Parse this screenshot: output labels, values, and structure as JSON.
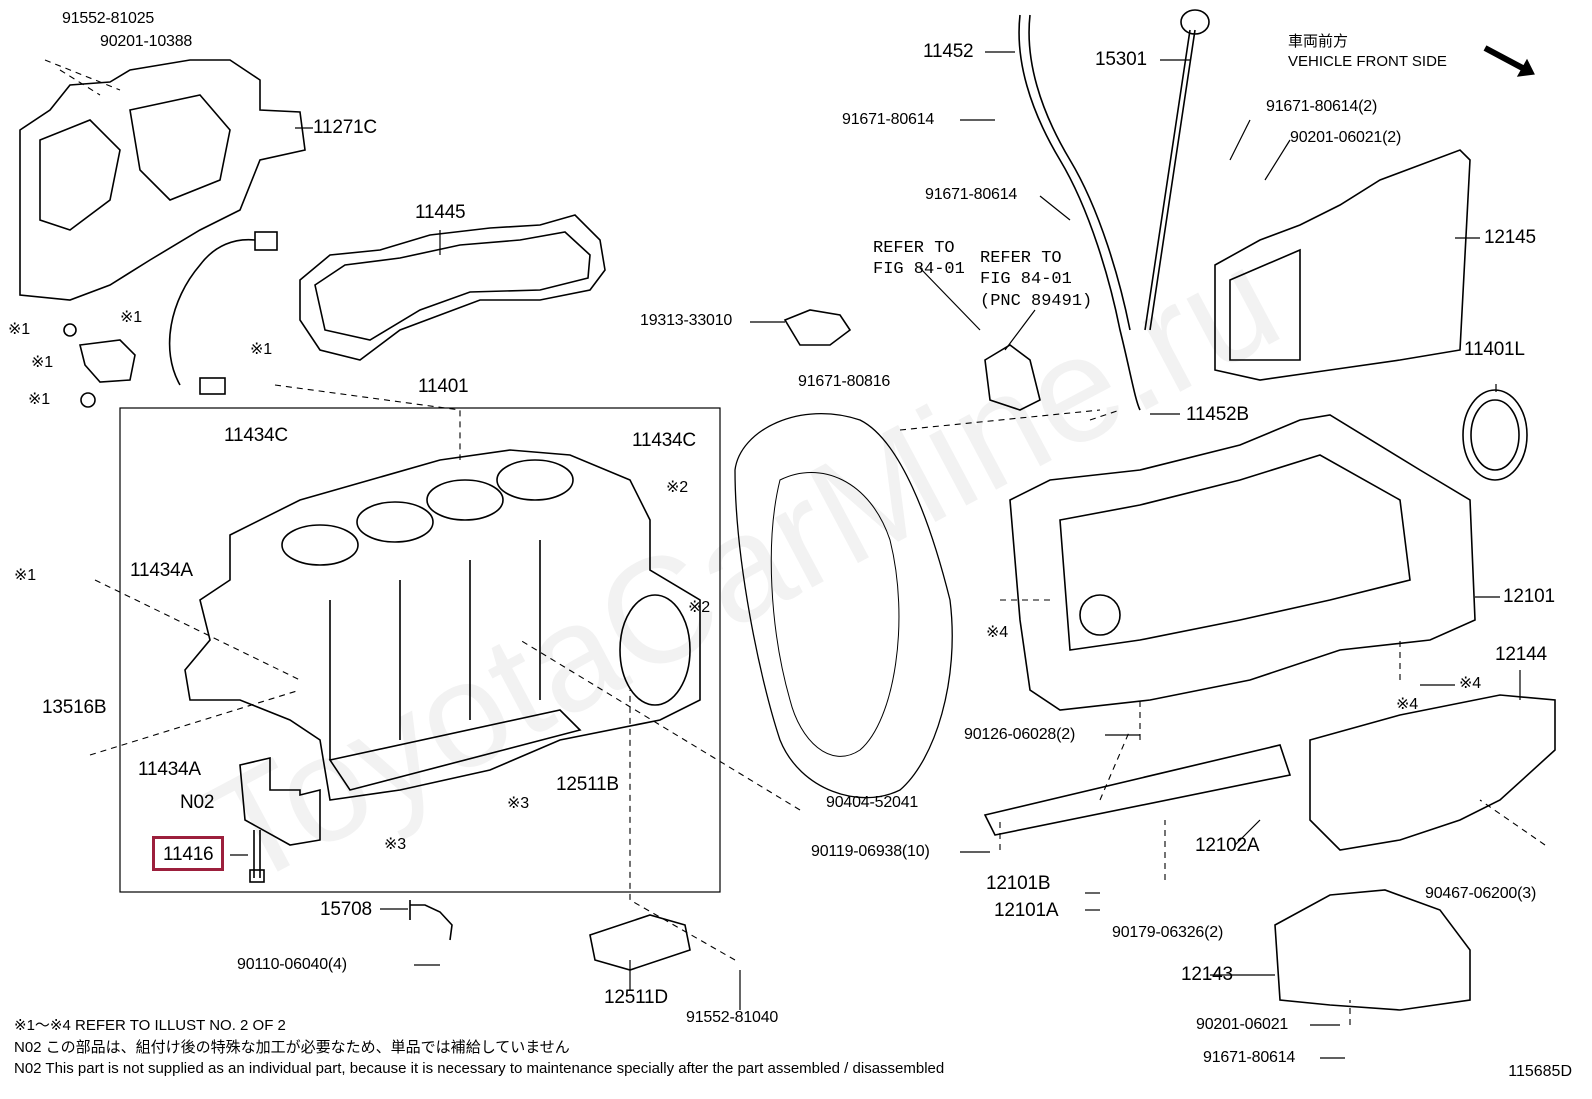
{
  "watermark": "ToyotaCarMine.ru",
  "front_direction": {
    "jp": "車両前方",
    "en": "VEHICLE FRONT SIDE"
  },
  "refer_labels": [
    {
      "id": "refer-a",
      "lines": [
        "REFER TO",
        "FIG 84-01"
      ]
    },
    {
      "id": "refer-b",
      "lines": [
        "REFER TO",
        "FIG 84-01",
        "(PNC 89491)"
      ]
    }
  ],
  "parts": [
    {
      "id": "p1",
      "text": "91552-81025"
    },
    {
      "id": "p2",
      "text": "90201-10388"
    },
    {
      "id": "p3",
      "text": "11271C"
    },
    {
      "id": "p4",
      "text": "11445"
    },
    {
      "id": "p5",
      "text": "※1"
    },
    {
      "id": "p6",
      "text": "※1"
    },
    {
      "id": "p7",
      "text": "※1"
    },
    {
      "id": "p8",
      "text": "※1"
    },
    {
      "id": "p9",
      "text": "※1"
    },
    {
      "id": "p10",
      "text": "11401"
    },
    {
      "id": "p11",
      "text": "11434C"
    },
    {
      "id": "p12",
      "text": "11434C"
    },
    {
      "id": "p13",
      "text": "※2"
    },
    {
      "id": "p14",
      "text": "11434A"
    },
    {
      "id": "p15",
      "text": "※2"
    },
    {
      "id": "p16",
      "text": "※1"
    },
    {
      "id": "p17",
      "text": "13516B"
    },
    {
      "id": "p18",
      "text": "11434A"
    },
    {
      "id": "p19",
      "text": "N02"
    },
    {
      "id": "p20",
      "text": "12511B"
    },
    {
      "id": "p21",
      "text": "※3"
    },
    {
      "id": "p22",
      "text": "※3"
    },
    {
      "id": "p23",
      "text": "11416"
    },
    {
      "id": "p24",
      "text": "15708"
    },
    {
      "id": "p25",
      "text": "90110-06040(4)"
    },
    {
      "id": "p26",
      "text": "12511D"
    },
    {
      "id": "p27",
      "text": "91552-81040"
    },
    {
      "id": "p28",
      "text": "11452"
    },
    {
      "id": "p29",
      "text": "15301"
    },
    {
      "id": "p30",
      "text": "91671-80614"
    },
    {
      "id": "p31",
      "text": "91671-80614"
    },
    {
      "id": "p32",
      "text": "19313-33010"
    },
    {
      "id": "p33",
      "text": "91671-80816"
    },
    {
      "id": "p34",
      "text": "11452B"
    },
    {
      "id": "p35",
      "text": "90404-52041"
    },
    {
      "id": "p36",
      "text": "91671-80614(2)"
    },
    {
      "id": "p37",
      "text": "90201-06021(2)"
    },
    {
      "id": "p38",
      "text": "12145"
    },
    {
      "id": "p39",
      "text": "11401L"
    },
    {
      "id": "p40",
      "text": "12101"
    },
    {
      "id": "p41",
      "text": "※4"
    },
    {
      "id": "p42",
      "text": "12144"
    },
    {
      "id": "p43",
      "text": "※4"
    },
    {
      "id": "p44",
      "text": "※4"
    },
    {
      "id": "p45",
      "text": "90126-06028(2)"
    },
    {
      "id": "p46",
      "text": "90119-06938(10)"
    },
    {
      "id": "p47",
      "text": "12102A"
    },
    {
      "id": "p48",
      "text": "12101B"
    },
    {
      "id": "p49",
      "text": "12101A"
    },
    {
      "id": "p50",
      "text": "90179-06326(2)"
    },
    {
      "id": "p51",
      "text": "90467-06200(3)"
    },
    {
      "id": "p52",
      "text": "12143"
    },
    {
      "id": "p53",
      "text": "90201-06021"
    },
    {
      "id": "p54",
      "text": "91671-80614"
    }
  ],
  "notes": [
    "※1～※4  REFER TO ILLUST NO. 2 OF 2",
    "N02  この部品は、組付け後の特殊な加工が必要なため、単品では補給していません",
    "N02  This part is not supplied as an individual part, because it is necessary to maintenance specially after the part assembled / disassembled"
  ],
  "illustration_number": "115685D",
  "colors": {
    "line": "#000000",
    "highlight": "#9c1f3c",
    "background": "#ffffff"
  },
  "highlighted_part": "11416"
}
